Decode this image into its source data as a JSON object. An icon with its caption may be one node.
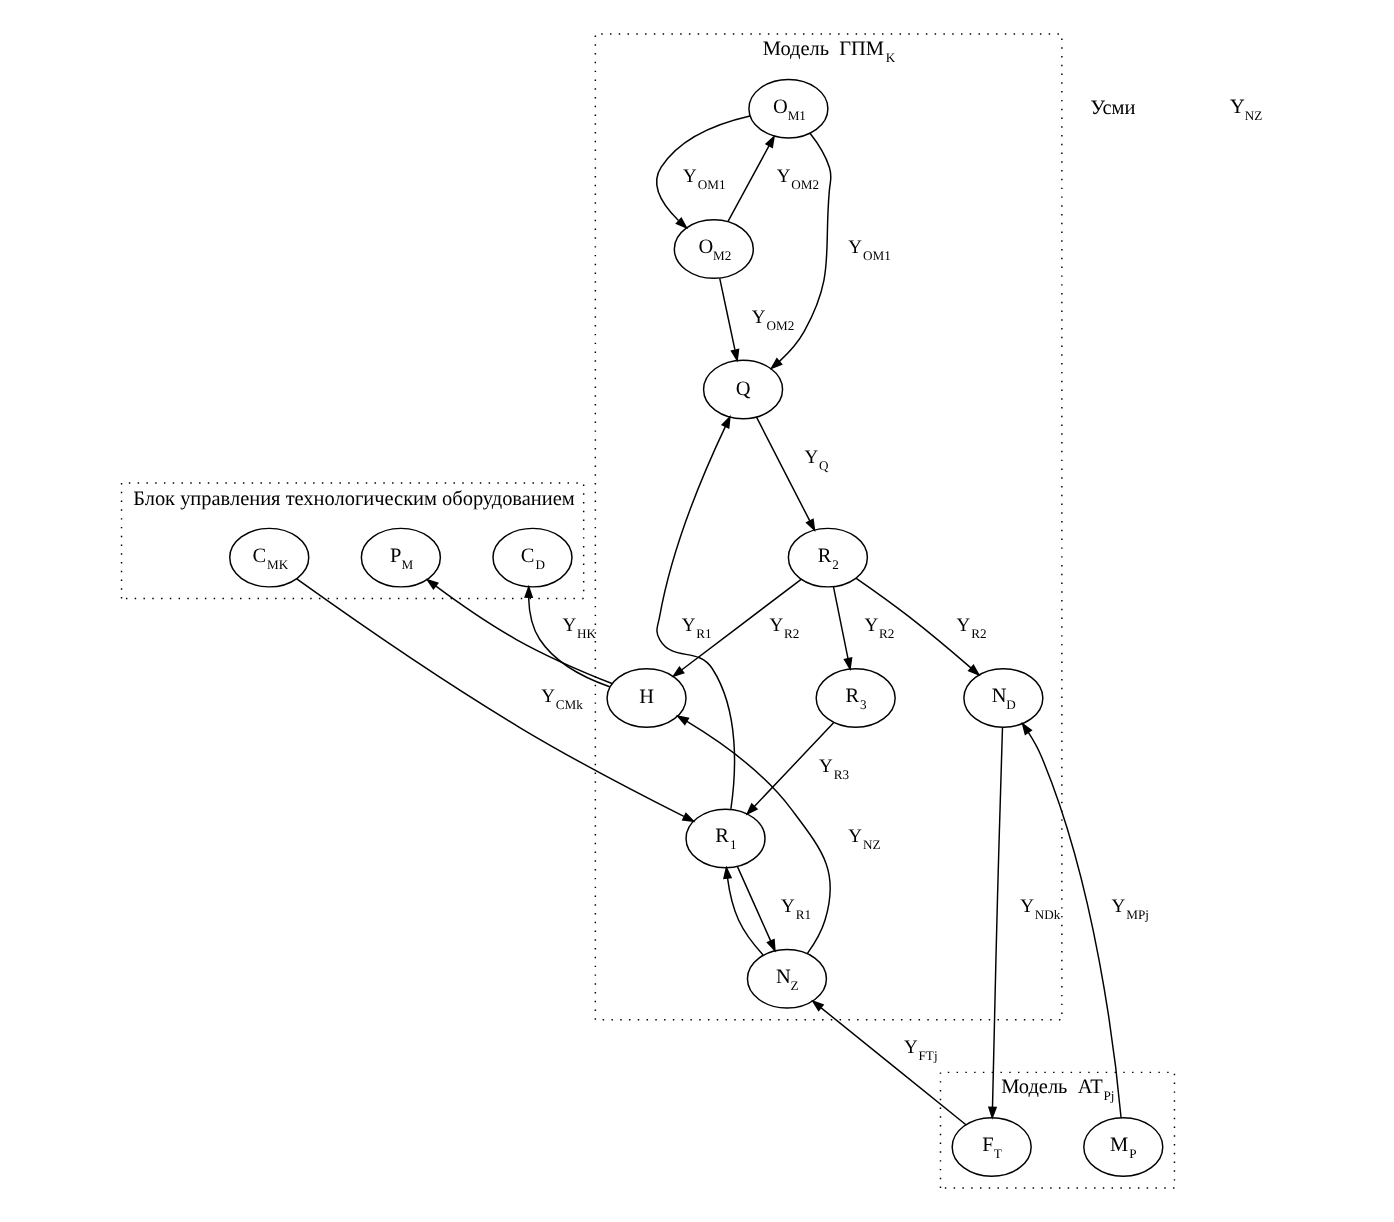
{
  "diagram": {
    "nodes": [
      {
        "text": [
          "Блок управления технологическим оборудованием"
        ]
      },
      {
        "text": [
          "C$_{MK}$"
        ],
        "in": 0
      },
      {
        "text": [
          "P$_{M}$"
        ],
        "in": 0
      },
      {
        "text": [
          "C$_{D}$"
        ],
        "in": 0
      },
      {
        "text": [
          "Модель  ГПМ$_{K}$"
        ]
      },
      {
        "text": [
          "O$_{M1}$"
        ],
        "in": 4
      },
      {
        "text": [
          "O$_{M2}$"
        ],
        "in": 4
      },
      {
        "text": [
          "H"
        ],
        "in": 4
      },
      {
        "text": [
          "R$_{1}$"
        ],
        "in": 4
      },
      {
        "text": [
          "Q"
        ],
        "in": 4
      },
      {
        "text": [
          "R$_{2}$"
        ],
        "in": 4
      },
      {
        "text": [
          "N$_{Z}$"
        ],
        "in": 4
      },
      {
        "text": [
          "R$_{3}$"
        ],
        "in": 4
      },
      {
        "text": [
          "N$_{D}$"
        ],
        "in": 4
      },
      {
        "text": [
          "Модель  AT$_{Pj}$"
        ]
      },
      {
        "text": [
          "F$_{T}$"
        ],
        "in": 14
      },
      {
        "text": [
          "M$_{P}$"
        ],
        "in": 14
      }
    ],
    "edges": [
      {
        "from": 1,
        "to": 8,
        "arrow": "to",
        "label": "Y$_{CMk}$"
      },
      {
        "from": 5,
        "to": 6,
        "arrow": "to",
        "label": "Y$_{OM1}$"
      },
      {
        "from": 6,
        "to": 5,
        "arrow": "to",
        "label": "Y$_{OM2}$"
      },
      {
        "from": 5,
        "to": 9,
        "arrow": "to",
        "label": "Y$_{OM1}$"
      },
      {
        "from": 6,
        "to": 9,
        "arrow": "to",
        "label": "Y$_{OM2}$"
      },
      {
        "from": 8,
        "to": 9,
        "arrow": "to",
        "label": "Y$_{R1}$"
      },
      {
        "from": 9,
        "to": 10,
        "arrow": "to",
        "label": "Y$_{Q}$"
      },
      {
        "from": 10,
        "to": 7,
        "arrow": "to",
        "label": "Y$_{R2}$"
      },
      {
        "from": 7,
        "to": 2,
        "arrow": "to"
      },
      {
        "from": 7,
        "to": 3,
        "arrow": "to",
        "label": "Y$_{HK}$"
      },
      {
        "from": 11,
        "to": 7,
        "arrow": "to",
        "label": "Y$_{NZ}$"
      },
      {
        "from": 10,
        "to": 12,
        "arrow": "to",
        "label": "Y$_{R2}$"
      },
      {
        "from": 12,
        "to": 8,
        "arrow": "to",
        "label": "Y$_{R3}$"
      },
      {
        "from": 10,
        "to": 13,
        "arrow": "to",
        "label": "Y$_{R2}$"
      },
      {
        "from": 8,
        "to": 11,
        "arrow": "to",
        "label": "Y$_{R1}$"
      },
      {
        "from": 11,
        "to": 8,
        "arrow": "to"
      },
      {
        "from": 15,
        "to": 11,
        "arrow": "to",
        "label": "Y$_{FTj}$"
      },
      {
        "from": 13,
        "to": 15,
        "arrow": "to",
        "label": "Y$_{NDk}$"
      },
      {
        "from": 16,
        "to": 13,
        "arrow": "to",
        "label": "Y$_{MPj}$"
      }
    ],
    "labels": [
      "Усми",
      "Y$_{NZ}$"
    ]
  }
}
